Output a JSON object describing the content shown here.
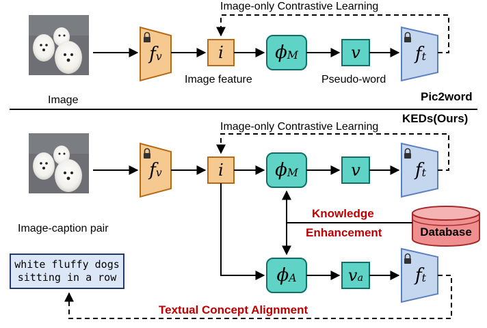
{
  "top": {
    "contrastive_label": "Image-only Contrastive Learning",
    "image_label": "Image",
    "image_feature_label": "Image feature",
    "pseudo_word_label": "Pseudo-word",
    "method_label": "Pic2word"
  },
  "bottom": {
    "method_label": "KEDs(Ours)",
    "contrastive_label": "Image-only Contrastive Learning",
    "pair_label": "Image-caption pair",
    "caption_text": "white fluffy dogs sitting in a row",
    "knowledge_label": "Knowledge",
    "enhancement_label": "Enhancement",
    "database_label": "Database",
    "alignment_label": "Textual Concept Alignment"
  },
  "symbols": {
    "fv_main": "f",
    "fv_sub": "v",
    "i": "i",
    "phi_main": "ϕ",
    "phiM_sub": "M",
    "phiA_sub": "A",
    "v": "v",
    "va_main": "v",
    "va_sub": "a",
    "ft_main": "f",
    "ft_sub": "t"
  },
  "colors": {
    "encoder_orange": "#f5c98f",
    "encoder_orange_border": "#b76a16",
    "teal": "#5fd3c5",
    "teal_border": "#0d6f65",
    "text_encoder": "#c5d6ef",
    "text_encoder_border": "#5b7fbf",
    "database": "#ef8f8f",
    "database_border": "#a62a2a",
    "emphasis_red": "#c00000"
  },
  "icons": [
    "lock-icon",
    "dog-photo",
    "database-cylinder"
  ]
}
